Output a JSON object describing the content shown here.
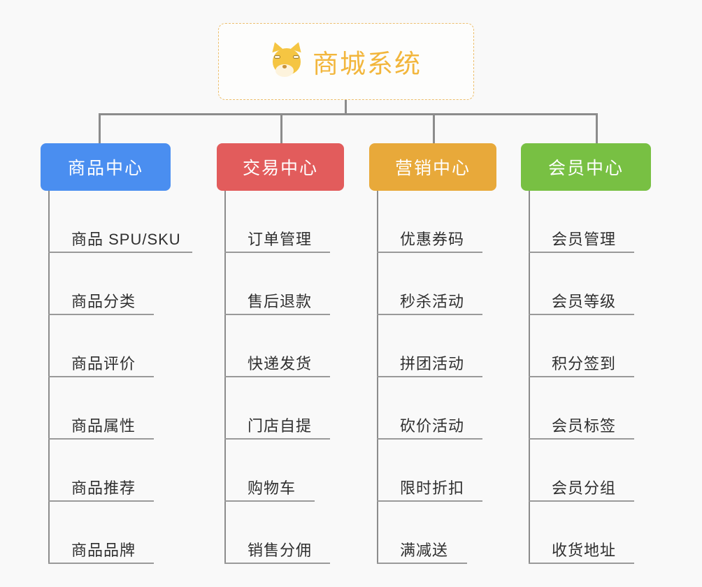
{
  "canvas": {
    "background": "#f9f9f9",
    "connector_color": "#8c8c8c"
  },
  "root": {
    "title": "商城系统",
    "icon": "shiba-dog-face-emoji",
    "icon_glyph": "🐕",
    "border_color": "#edbf6e",
    "text_color": "#f2b63c"
  },
  "columns": [
    {
      "title": "商品中心",
      "color": "#4a8ef0",
      "items": [
        "商品 SPU/SKU",
        "商品分类",
        "商品评价",
        "商品属性",
        "商品推荐",
        "商品品牌"
      ]
    },
    {
      "title": "交易中心",
      "color": "#e25c5c",
      "items": [
        "订单管理",
        "售后退款",
        "快递发货",
        "门店自提",
        "购物车",
        "销售分佣"
      ]
    },
    {
      "title": "营销中心",
      "color": "#e8a93a",
      "items": [
        "优惠券码",
        "秒杀活动",
        "拼团活动",
        "砍价活动",
        "限时折扣",
        "满减送"
      ]
    },
    {
      "title": "会员中心",
      "color": "#78c043",
      "items": [
        "会员管理",
        "会员等级",
        "积分签到",
        "会员标签",
        "会员分组",
        "收货地址"
      ]
    }
  ]
}
